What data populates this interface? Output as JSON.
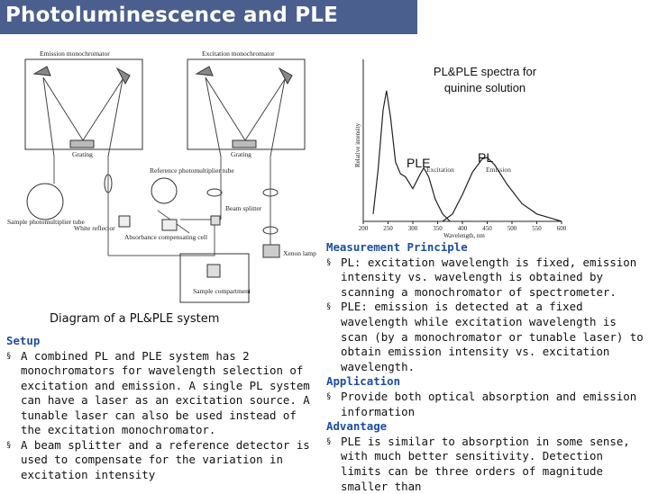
{
  "title": "Photoluminescence and PLE",
  "diagram": {
    "caption": "Diagram of a PL&PLE system",
    "labels": {
      "emission_mono": "Emission monochromator",
      "excitation_mono": "Excitation monochromator",
      "grating_left": "Grating",
      "grating_right": "Grating",
      "ref_pmt": "Reference photomultiplier tube",
      "sample_pmt": "Sample photomultiplier tube",
      "white_reflector": "White reflector",
      "absorbance_cell": "Absorbance compensating cell",
      "beam_splitter": "Beam splitter",
      "xenon_lamp": "Xenon lamp",
      "sample_compartment": "Sample compartment"
    }
  },
  "chart_data": {
    "type": "line",
    "title": "PL&PLE spectra for quinine solution",
    "xlabel": "Wavelength, nm",
    "ylabel": "Relative intensity",
    "xlim": [
      200,
      600
    ],
    "x_ticks": [
      200,
      250,
      300,
      350,
      400,
      450,
      500,
      550,
      600
    ],
    "series": [
      {
        "name": "Excitation",
        "points": [
          [
            220,
            0.05
          ],
          [
            230,
            0.35
          ],
          [
            240,
            0.75
          ],
          [
            247,
            0.88
          ],
          [
            255,
            0.7
          ],
          [
            265,
            0.4
          ],
          [
            275,
            0.32
          ],
          [
            285,
            0.3
          ],
          [
            300,
            0.22
          ],
          [
            315,
            0.32
          ],
          [
            322,
            0.36
          ],
          [
            332,
            0.3
          ],
          [
            345,
            0.15
          ],
          [
            360,
            0.05
          ],
          [
            375,
            0.0
          ]
        ]
      },
      {
        "name": "Emission",
        "points": [
          [
            360,
            0.0
          ],
          [
            380,
            0.05
          ],
          [
            400,
            0.18
          ],
          [
            420,
            0.33
          ],
          [
            440,
            0.42
          ],
          [
            450,
            0.43
          ],
          [
            465,
            0.38
          ],
          [
            490,
            0.25
          ],
          [
            520,
            0.12
          ],
          [
            550,
            0.05
          ],
          [
            580,
            0.02
          ],
          [
            600,
            0.0
          ]
        ]
      }
    ],
    "annotations": {
      "ple_label": "PLE",
      "pl_label": "PL"
    }
  },
  "setup": {
    "heading": "Setup",
    "bullets": [
      "A combined PL and PLE system has 2 monochromators for wavelength selection of excitation and emission. A single PL system can have a laser as an excitation source. A tunable laser can also be used instead of the excitation monochromator.",
      "A beam splitter and a reference detector is used to compensate for the variation in excitation intensity"
    ]
  },
  "principle": {
    "heading": "Measurement Principle",
    "bullets": [
      "PL: excitation wavelength is fixed, emission intensity vs. wavelength is obtained by scanning a monochromator of spectrometer.",
      "PLE: emission is detected at a fixed wavelength while excitation wavelength is scan (by a monochromator or tunable laser) to obtain emission intensity vs. excitation wavelength."
    ]
  },
  "application": {
    "heading": "Application",
    "bullets": [
      "Provide both optical absorption and emission information"
    ]
  },
  "advantage": {
    "heading": "Advantage",
    "bullets": [
      "PLE is similar to absorption in some sense, with much better sensitivity. Detection limits can be three orders of magnitude smaller than"
    ]
  },
  "bullet_marker": "§",
  "colors": {
    "title_bg": "#4a5f8e",
    "heading": "#1d4e9e"
  }
}
